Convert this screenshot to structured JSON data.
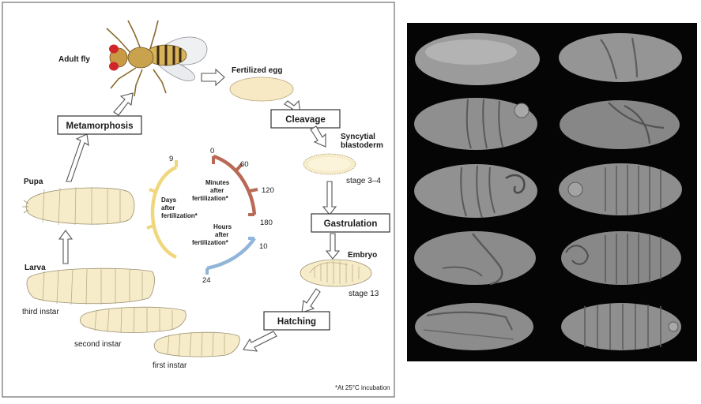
{
  "diagram": {
    "stages": {
      "adult_fly": "Adult fly",
      "fertilized_egg": "Fertilized egg",
      "syncytial_blastoderm": "Syncytial\nblastoderm",
      "stage_3_4": "stage 3–4",
      "embryo": "Embryo",
      "stage_13": "stage 13",
      "pupa": "Pupa",
      "larva": "Larva",
      "third_instar": "third instar",
      "second_instar": "second instar",
      "first_instar": "first instar"
    },
    "steps": {
      "metamorphosis": "Metamorphosis",
      "cleavage": "Cleavage",
      "gastrulation": "Gastrulation",
      "hatching": "Hatching"
    },
    "timeline": {
      "days_label": "Days\nafter\nfertilization*",
      "days_tick": "9",
      "minutes_label": "Minutes\nafter\nfertilization*",
      "minutes_ticks": [
        "0",
        "60",
        "120",
        "180"
      ],
      "hours_label": "Hours\nafter\nfertilization*",
      "hours_ticks": [
        "10",
        "24"
      ],
      "colors": {
        "days": "#f0d77e",
        "minutes": "#b86a56",
        "hours": "#8fb5d9"
      }
    },
    "footnote": "*At 25°C incubation"
  }
}
